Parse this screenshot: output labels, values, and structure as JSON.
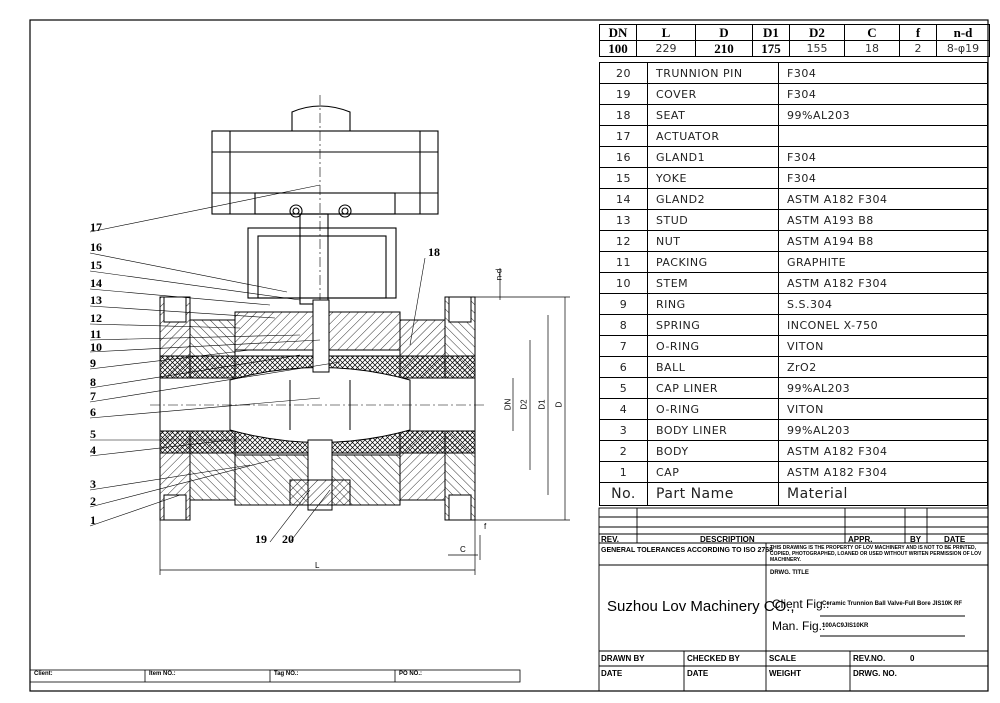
{
  "dimension_table": {
    "headers": [
      "DN",
      "L",
      "D",
      "D1",
      "D2",
      "C",
      "f",
      "n-d"
    ],
    "values": [
      "100",
      "229",
      "210",
      "175",
      "155",
      "18",
      "2",
      "8-φ19"
    ]
  },
  "parts": [
    {
      "no": "20",
      "name": "TRUNNION PIN",
      "material": "F304"
    },
    {
      "no": "19",
      "name": "COVER",
      "material": "F304"
    },
    {
      "no": "18",
      "name": "SEAT",
      "material": "99%AL203"
    },
    {
      "no": "17",
      "name": "ACTUATOR",
      "material": ""
    },
    {
      "no": "16",
      "name": "GLAND1",
      "material": "F304"
    },
    {
      "no": "15",
      "name": "YOKE",
      "material": "F304"
    },
    {
      "no": "14",
      "name": "GLAND2",
      "material": "ASTM A182 F304"
    },
    {
      "no": "13",
      "name": "STUD",
      "material": "ASTM A193 B8"
    },
    {
      "no": "12",
      "name": "NUT",
      "material": "ASTM A194 B8"
    },
    {
      "no": "11",
      "name": "PACKING",
      "material": "GRAPHITE"
    },
    {
      "no": "10",
      "name": "STEM",
      "material": "ASTM A182 F304"
    },
    {
      "no": "9",
      "name": "RING",
      "material": "S.S.304"
    },
    {
      "no": "8",
      "name": "SPRING",
      "material": "INCONEL X-750"
    },
    {
      "no": "7",
      "name": "O-RING",
      "material": "VITON"
    },
    {
      "no": "6",
      "name": "BALL",
      "material": "ZrO2"
    },
    {
      "no": "5",
      "name": "CAP LINER",
      "material": "99%AL203"
    },
    {
      "no": "4",
      "name": "O-RING",
      "material": "VITON"
    },
    {
      "no": "3",
      "name": "BODY LINER",
      "material": "99%AL203"
    },
    {
      "no": "2",
      "name": "BODY",
      "material": "ASTM A182 F304"
    },
    {
      "no": "1",
      "name": "CAP",
      "material": "ASTM A182 F304"
    }
  ],
  "parts_header": {
    "no": "No.",
    "name": "Part Name",
    "material": "Material"
  },
  "revision": {
    "rev": "REV.",
    "description": "DESCRIPTION",
    "appr": "APPR.",
    "by": "BY",
    "date": "DATE"
  },
  "title_block": {
    "tolerances": "GENERAL TOLERANCES ACCORDING TO ISO 2768",
    "notice": "THIS DRAWING IS THE PROPERTY OF LOV MACHINERY AND IS NOT TO BE PRINTED, COPIED, PHOTOGRAPHED, LOANED OR USED WITHOUT WRITEN PERMISSION OF LOV MACHINERY.",
    "company": "Suzhou Lov Machinery CO.,",
    "drwg_title": "DRWG. TITLE",
    "client_fig_label": "Client Fig.:",
    "client_fig_value": "Ceramic Trunnion Ball Valve-Full Bore JIS10K RF",
    "man_fig_label": "Man. Fig.:",
    "man_fig_value": "100AC9JIS10KR",
    "drawn_by": "DRAWN BY",
    "checked_by": "CHECKED BY",
    "scale": "SCALE",
    "rev_no_label": "REV.NO.",
    "rev_no_value": "0",
    "date1": "DATE",
    "date2": "DATE",
    "weight": "WEIGHT",
    "drwg_no": "DRWG. NO."
  },
  "bottom_strip": {
    "client": "Client:",
    "item_no": "Item NO.:",
    "tag_no": "Tag NO.:",
    "po_no": "PO NO.:"
  },
  "callouts": [
    "17",
    "16",
    "15",
    "14",
    "13",
    "12",
    "11",
    "10",
    "9",
    "8",
    "7",
    "6",
    "5",
    "4",
    "3",
    "2",
    "1",
    "18",
    "19",
    "20"
  ],
  "dimension_labels": {
    "nd": "n-d",
    "dn": "DN",
    "d2": "D2",
    "d1": "D1",
    "d": "D",
    "f": "f",
    "c": "C",
    "l": "L"
  }
}
